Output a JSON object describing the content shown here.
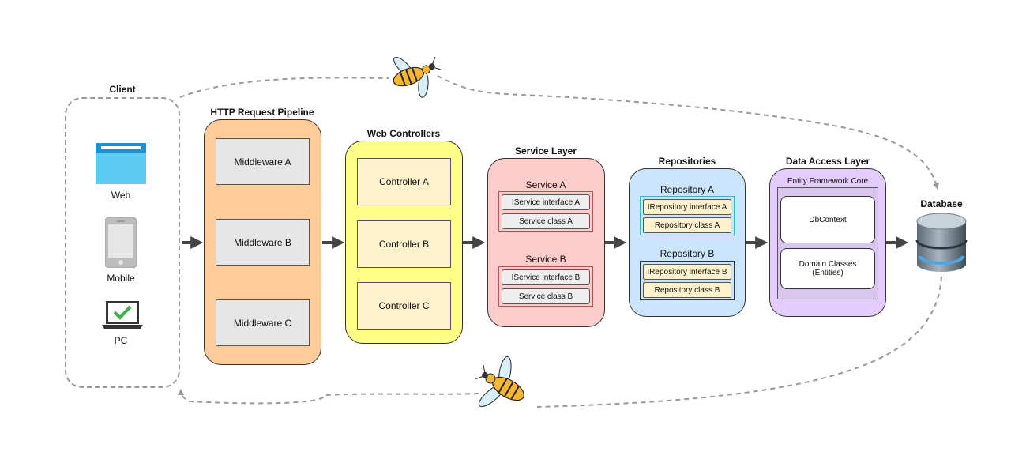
{
  "client": {
    "title": "Client",
    "items": [
      {
        "label": "Web",
        "icon": "browser-window-icon"
      },
      {
        "label": "Mobile",
        "icon": "smartphone-icon"
      },
      {
        "label": "PC",
        "icon": "laptop-check-icon"
      }
    ]
  },
  "pipeline": {
    "title": "HTTP Request Pipeline",
    "middlewares": [
      "Middleware A",
      "Middleware B",
      "Middleware C"
    ],
    "color": "#FFCC99"
  },
  "controllers": {
    "title": "Web Controllers",
    "items": [
      "Controller A",
      "Controller B",
      "Controller C"
    ],
    "color": "#FFFF88"
  },
  "service_layer": {
    "title": "Service Layer",
    "groups": [
      {
        "name": "Service A",
        "interface": "IService interface A",
        "class": "Service class A"
      },
      {
        "name": "Service B",
        "interface": "IService interface B",
        "class": "Service class B"
      }
    ],
    "color": "#FFCCCC"
  },
  "repositories": {
    "title": "Repositories",
    "groups": [
      {
        "name": "Repository A",
        "interface": "IRepository interface A",
        "class": "Repository class A"
      },
      {
        "name": "Repository B",
        "interface": "IRepository interface B",
        "class": "Repository class B"
      }
    ],
    "color": "#CCE5FF"
  },
  "data_access": {
    "title": "Data Access Layer",
    "framework": "Entity Framework Core",
    "dbcontext": "DbContext",
    "domain_classes": "Domain Classes\n(Entities)",
    "color": "#E5CCFF"
  },
  "database": {
    "title": "Database",
    "icon": "database-icon"
  },
  "decorations": [
    "bee-icon",
    "bee-icon"
  ]
}
